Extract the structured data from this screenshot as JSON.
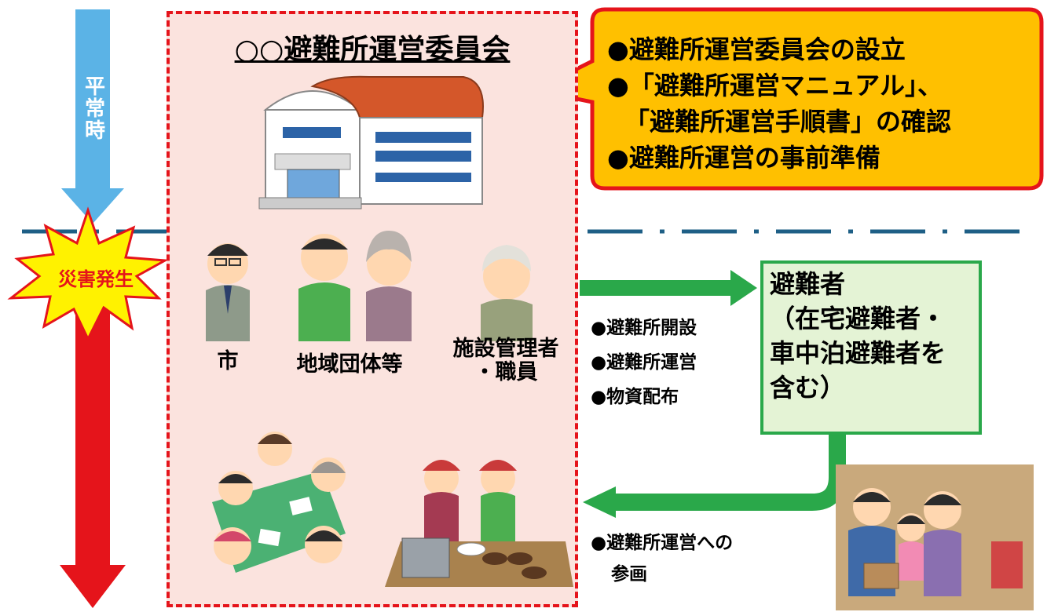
{
  "timeline": {
    "normal_label": "平常時",
    "disaster_label": "災害発生",
    "normal_arrow_color": "#5bb3e6",
    "disaster_arrow_color": "#e5141b"
  },
  "committee": {
    "title": "○○避難所運営委員会",
    "members": {
      "city": "市",
      "community": "地域団体等",
      "facility_line1": "施設管理者",
      "facility_line2": "・職員"
    }
  },
  "callout": {
    "lines": [
      "●避難所運営委員会の設立",
      "●「避難所運営マニュアル」、",
      "「避難所運営手順書」の確認",
      "●避難所運営の事前準備"
    ],
    "fill_color": "#ffc000",
    "border_color": "#e5141b"
  },
  "evacuees": {
    "lines": [
      "避難者",
      "（在宅避難者・",
      "車中泊避難者を",
      "含む）"
    ]
  },
  "actions": [
    "●避難所開設",
    "●避難所運営",
    "●物資配布"
  ],
  "participation": {
    "line1": "●避難所運営への",
    "line2": "参画"
  },
  "icons": [
    "school-building-icon",
    "city-official-icon",
    "community-people-icon",
    "facility-manager-icon",
    "meeting-icon",
    "food-distribution-icon",
    "evacuee-family-icon"
  ]
}
